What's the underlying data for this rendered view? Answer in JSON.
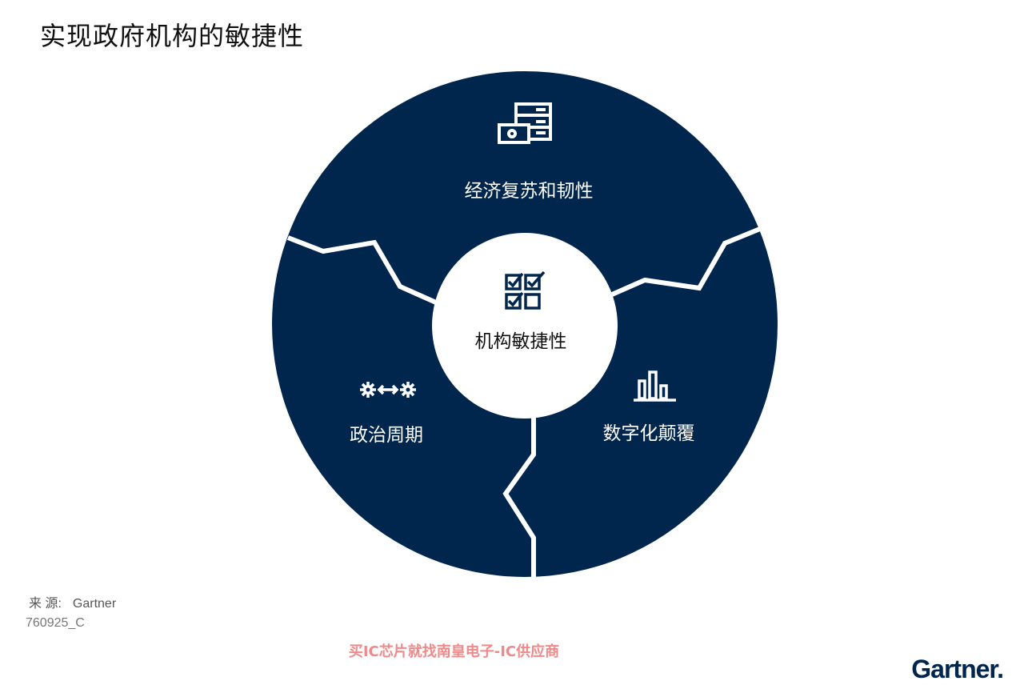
{
  "title": "实现政府机构的敏捷性",
  "diagram": {
    "center": {
      "label": "机构敏捷性",
      "icon": "checklist-grid-icon"
    },
    "segments": [
      {
        "label": "经济复苏和韧性",
        "icon": "server-rack-icon"
      },
      {
        "label": "政治周期",
        "icon": "gears-exchange-icon"
      },
      {
        "label": "数字化颠覆",
        "icon": "bar-chart-icon"
      }
    ],
    "colors": {
      "segment": "#00264d",
      "divider": "#ffffff",
      "center": "#ffffff"
    }
  },
  "footer": {
    "source_label": "来 源:",
    "source_value": "Gartner",
    "code": "760925_C",
    "watermark": "买IC芯片就找南皇电子-IC供应商",
    "brand": "Gartner."
  }
}
